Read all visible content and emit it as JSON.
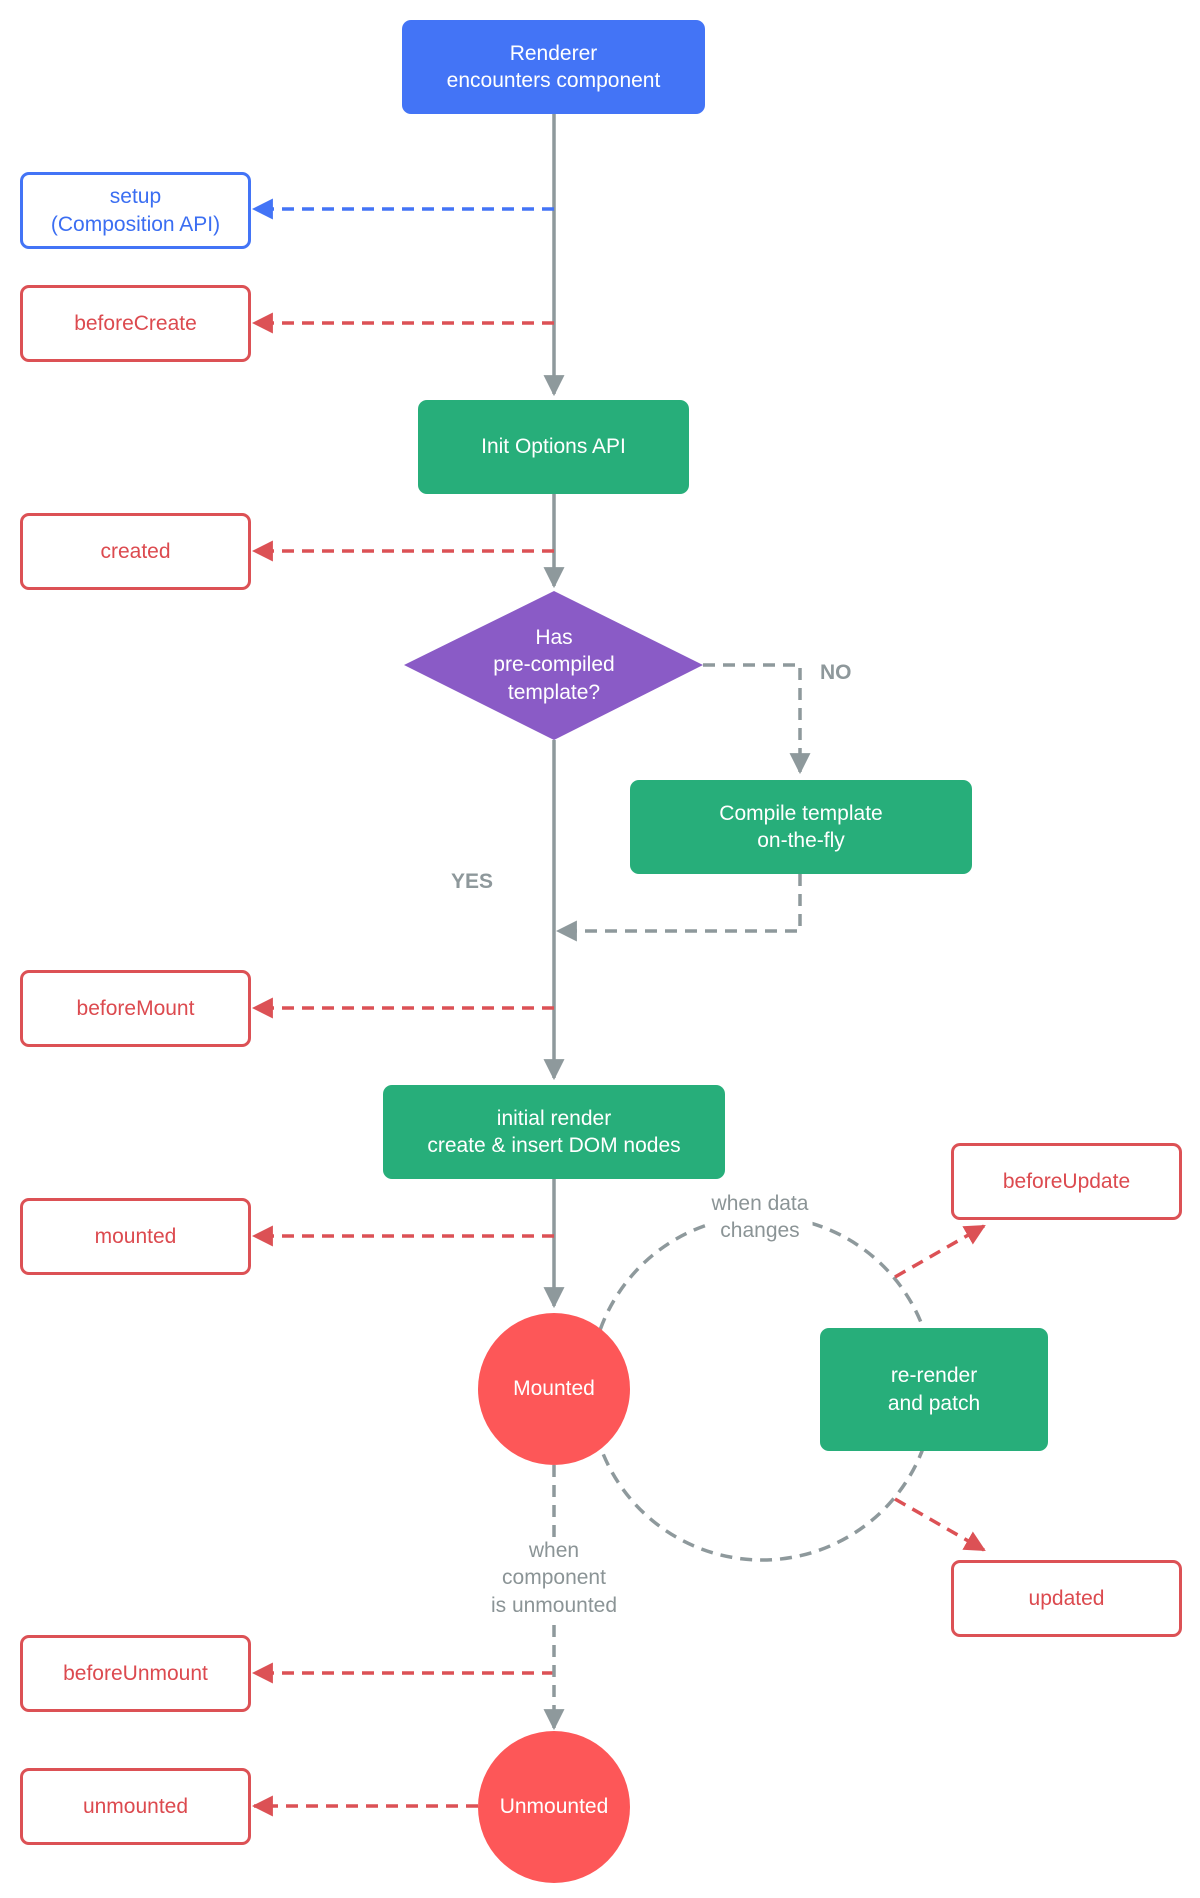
{
  "nodes": {
    "renderer": "Renderer\nencounters component",
    "setup": "setup\n(Composition API)",
    "before_create": "beforeCreate",
    "init_options": "Init Options API",
    "created": "created",
    "decision": "Has\npre-compiled\ntemplate?",
    "compile": "Compile template\non-the-fly",
    "before_mount": "beforeMount",
    "initial_render": "initial render\ncreate & insert DOM nodes",
    "mounted_hook": "mounted",
    "mounted_state": "Mounted",
    "rerender": "re-render\nand patch",
    "before_update": "beforeUpdate",
    "updated": "updated",
    "before_unmount": "beforeUnmount",
    "unmounted_hook": "unmounted",
    "unmounted_state": "Unmounted"
  },
  "labels": {
    "no": "NO",
    "yes": "YES",
    "when_data_changes": "when data\nchanges",
    "when_unmounted": "when\ncomponent\nis unmounted"
  },
  "colors": {
    "flow": "#8e999c",
    "blue": "#4374f6",
    "red": "#dc5155",
    "green": "#27ae7a",
    "purple": "#8a5bc6",
    "state": "#fd5758"
  }
}
